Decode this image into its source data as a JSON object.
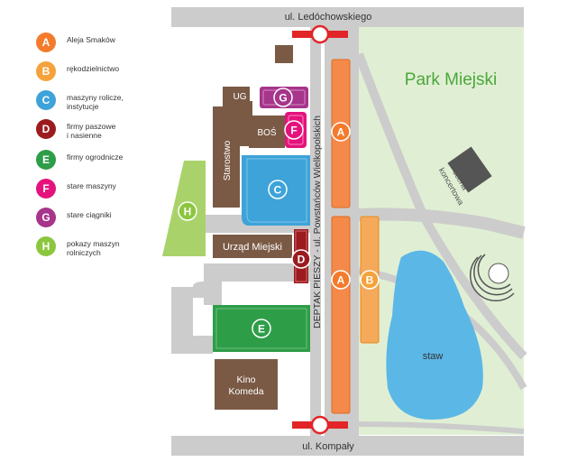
{
  "legend": [
    {
      "letter": "A",
      "label": "Aleja Smaków",
      "color": "#f47b2c"
    },
    {
      "letter": "B",
      "label": "rękodzielnictwo",
      "color": "#f5a23c"
    },
    {
      "letter": "C",
      "label": "maszyny rolicze,\ninstytucje",
      "color": "#3ea3d8"
    },
    {
      "letter": "D",
      "label": "firmy  paszowe\ni nasienne",
      "color": "#9b1b1f"
    },
    {
      "letter": "E",
      "label": "firmy ogrodnicze",
      "color": "#2e9d48"
    },
    {
      "letter": "F",
      "label": "stare maszyny",
      "color": "#e5127d"
    },
    {
      "letter": "G",
      "label": "stare ciągniki",
      "color": "#a6358b"
    },
    {
      "letter": "H",
      "label": "pokazy maszyn\nrolniczych",
      "color": "#8cc63f"
    }
  ],
  "map": {
    "street_top": "ul. Ledóchowskiego",
    "street_bottom": "ul. Kompały",
    "street_vertical": "DEPTAK PIESZY - ul. Powstańców Wielkopolskich",
    "park": "Park Miejski",
    "building_ug": "UG",
    "building_bos": "BOŚ",
    "building_starostwo": "Starostwo",
    "building_urzad": "Urząd Miejski",
    "building_kino_line1": "Kino",
    "building_kino_line2": "Komeda",
    "stage_line1": "scena",
    "stage_line2": "koncertowa",
    "pond": "staw"
  },
  "zones": {
    "A": "A",
    "B": "B",
    "C": "C",
    "D": "D",
    "E": "E",
    "F": "F",
    "G": "G",
    "H": "H"
  },
  "colors": {
    "road": "#cccccc",
    "park": "#e0efd4",
    "building": "#7a5a45",
    "pond": "#5bb7e6",
    "park_title": "#4aa73a"
  }
}
